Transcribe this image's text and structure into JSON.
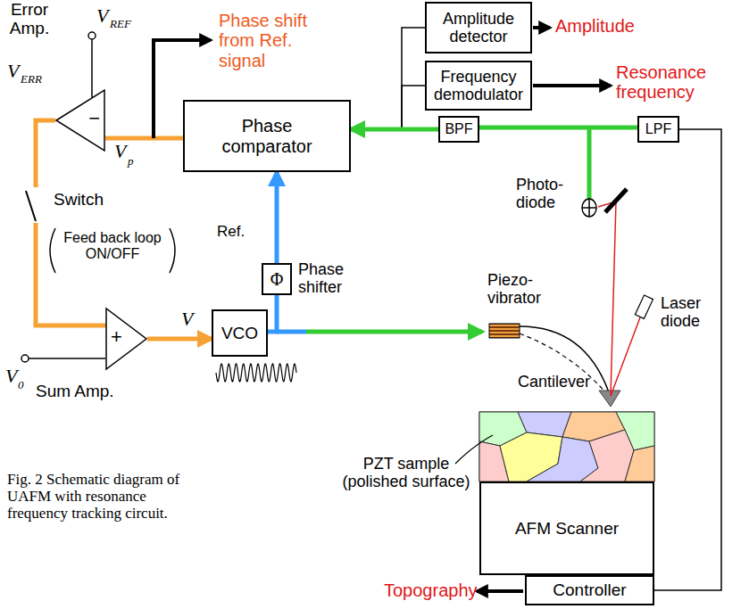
{
  "diagram": {
    "caption": "Fig. 2 Schematic diagram of UAFM with resonance frequency tracking circuit.",
    "nodes": [
      {
        "text": [
          "Amplitude detector"
        ]
      },
      {
        "text": [
          "Frequency demodulator"
        ]
      },
      {
        "text": [
          "Phase comparator"
        ]
      },
      {
        "text": [
          "BPF"
        ]
      },
      {
        "text": [
          "LPF"
        ]
      },
      {
        "text": [
          "−"
        ]
      },
      {
        "text": [
          "+"
        ]
      },
      {
        "text": [
          "VCO"
        ]
      },
      {
        "text": [
          "Φ"
        ]
      },
      {
        "text": [
          "AFM Scanner"
        ]
      },
      {
        "text": [
          "Controller"
        ]
      }
    ],
    "edges": [
      {
        "from": 3,
        "to": 0,
        "arrow": "none"
      },
      {
        "from": 3,
        "to": 1,
        "arrow": "none"
      },
      {
        "from": 3,
        "to": 2,
        "arrow": "to"
      },
      {
        "from": 8,
        "to": 2,
        "arrow": "to"
      },
      {
        "from": 7,
        "to": 8,
        "arrow": "none"
      },
      {
        "from": 2,
        "to": 5,
        "arrow": "none"
      },
      {
        "from": 5,
        "to": 6,
        "arrow": "none"
      },
      {
        "from": 6,
        "to": 7,
        "arrow": "to"
      },
      {
        "from": 4,
        "to": 10,
        "arrow": "none"
      }
    ],
    "labels": [
      "Error Amp.",
      "V",
      "REF",
      "V",
      "ERR",
      "Phase shift from Ref. signal",
      "V",
      "p",
      "Amplitude",
      "Resonance frequency",
      "Ref.",
      "Switch",
      "Feed back loop ON/OFF",
      "Phase shifter",
      "V",
      "Piezo-vibrator",
      "Photo-diode",
      "Laser diode",
      "Cantilever",
      "PZT sample (polished surface)",
      "V",
      "0",
      "Sum Amp.",
      "Topography"
    ]
  }
}
